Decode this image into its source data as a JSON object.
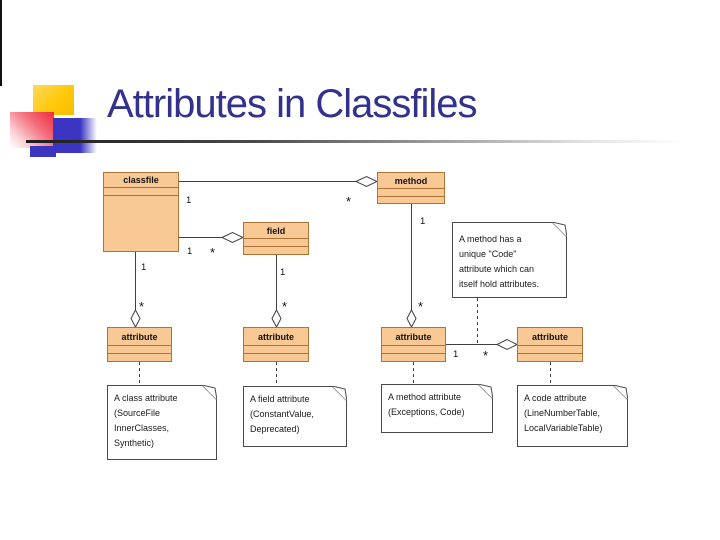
{
  "slide": {
    "title": "Attributes in Classfiles"
  },
  "diagram": {
    "classes": {
      "classfile": {
        "label": "classfile"
      },
      "method": {
        "label": "method"
      },
      "field": {
        "label": "field"
      },
      "attribute_of_class": {
        "label": "attribute"
      },
      "attribute_of_field": {
        "label": "attribute"
      },
      "attribute_of_method": {
        "label": "attribute"
      },
      "attribute_of_code": {
        "label": "attribute"
      }
    },
    "notes": {
      "method_code_note": {
        "lines": [
          "A method has a",
          "unique \"Code\"",
          "attribute which can",
          "itself hold attributes."
        ]
      },
      "class_attr_note": {
        "lines": [
          "A class attribute",
          "(SourceFile",
          "InnerClasses,",
          "Synthetic)"
        ]
      },
      "field_attr_note": {
        "lines": [
          "A field attribute",
          "(ConstantValue,",
          "Deprecated)"
        ]
      },
      "method_attr_note": {
        "lines": [
          "A method attribute",
          "(Exceptions, Code)"
        ]
      },
      "code_attr_note": {
        "lines": [
          "A code attribute",
          "(LineNumberTable,",
          "LocalVariableTable)"
        ]
      }
    },
    "associations": {
      "classfile_method": {
        "source_mult": "1",
        "target_mult": "*"
      },
      "classfile_field": {
        "source_mult": "1",
        "target_mult": "*"
      },
      "classfile_attribute": {
        "source_mult": "1",
        "target_mult": "*"
      },
      "field_attribute": {
        "source_mult": "1",
        "target_mult": "*"
      },
      "method_attribute": {
        "source_mult": "1",
        "target_mult": "*"
      },
      "attribute_attribute": {
        "source_mult": "1",
        "target_mult": "*"
      }
    },
    "colors": {
      "title_text": "#32328e",
      "class_box_fill": "#f9c995",
      "class_box_border": "#ae7435",
      "connector_line": "#404040",
      "logo_yellow": "#ffc90b",
      "logo_red": "#ee2b3c",
      "logo_blue": "#3b35c2"
    }
  }
}
